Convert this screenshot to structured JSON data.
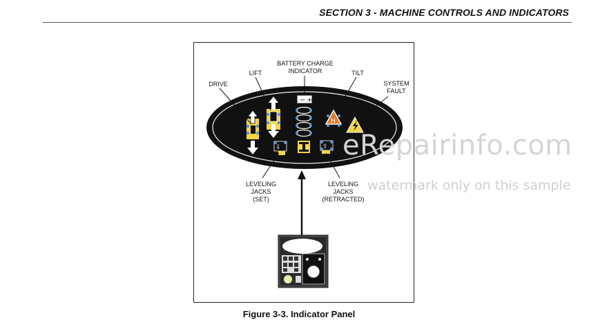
{
  "header": {
    "section_title": "SECTION 3 - MACHINE CONTROLS AND INDICATORS"
  },
  "figure": {
    "caption": "Figure 3-3. Indicator Panel",
    "labels": {
      "drive": "DRIVE",
      "lift": "LIFT",
      "battery": "BATTERY CHARGE\nINDICATOR",
      "tilt": "TILT",
      "system_fault": "SYSTEM\nFAULT",
      "leveling_set": "LEVELING\nJACKS\n(SET)",
      "leveling_retracted": "LEVELING\nJACKS\n(RETRACTED)"
    }
  },
  "watermark": {
    "site": "eRepairinfo.com",
    "note": "watermark only on this sample"
  },
  "colors": {
    "panel_black": "#111111",
    "indicator_yellow": "#f2d64a",
    "tilt_orange": "#e07a2a",
    "led_blue": "#5b8fd6"
  }
}
